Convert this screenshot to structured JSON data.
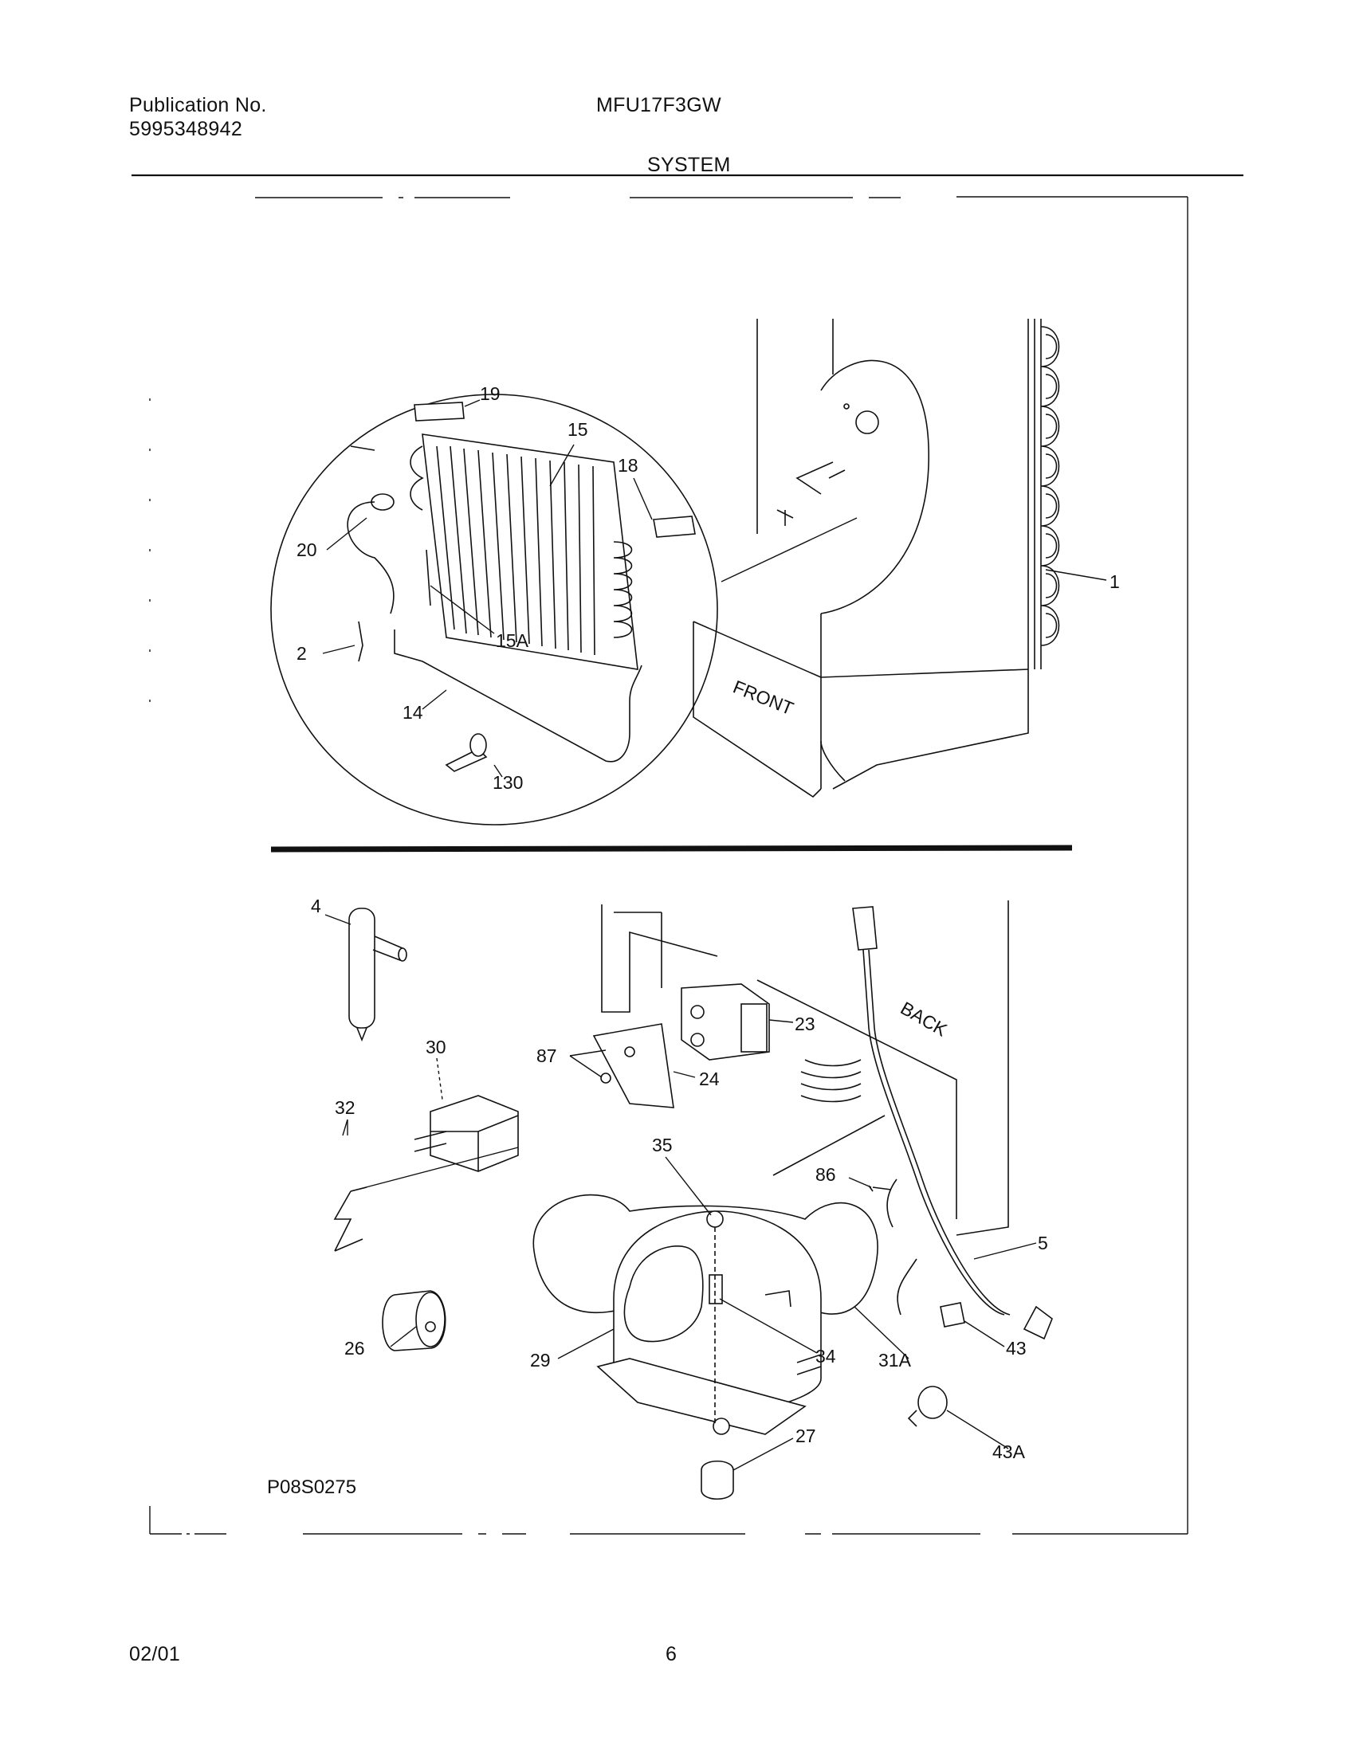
{
  "header": {
    "publication_label": "Publication No.",
    "publication_number": "5995348942",
    "model": "MFU17F3GW",
    "section": "SYSTEM"
  },
  "diagram": {
    "code": "P08S0275",
    "orientation_labels": {
      "front": "FRONT",
      "back": "BACK"
    },
    "callouts_upper": [
      "19",
      "15",
      "18",
      "20",
      "15A",
      "2",
      "14",
      "130",
      "1"
    ],
    "callouts_lower": [
      "4",
      "30",
      "87",
      "23",
      "24",
      "32",
      "35",
      "86",
      "5",
      "26",
      "29",
      "34",
      "31A",
      "43",
      "43A",
      "27"
    ]
  },
  "footer": {
    "date": "02/01",
    "page": "6"
  }
}
